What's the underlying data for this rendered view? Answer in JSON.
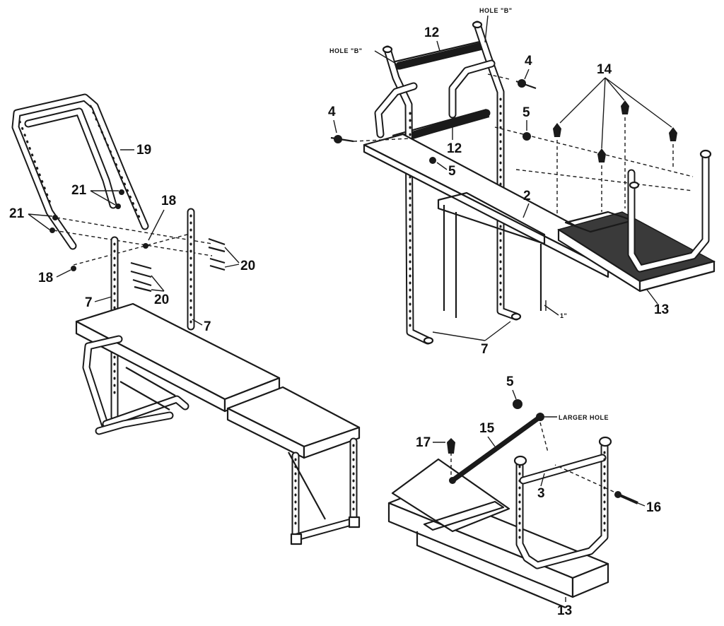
{
  "callouts": {
    "c2": "2",
    "c3": "3",
    "c4a": "4",
    "c4b": "4",
    "c5a": "5",
    "c5b": "5",
    "c5c": "5",
    "c7a": "7",
    "c7b": "7",
    "c7c": "7",
    "c12a": "12",
    "c12b": "12",
    "c13a": "13",
    "c13b": "13",
    "c14": "14",
    "c15": "15",
    "c16": "16",
    "c17": "17",
    "c18a": "18",
    "c18b": "18",
    "c19": "19",
    "c20a": "20",
    "c20b": "20",
    "c21a": "21",
    "c21b": "21"
  },
  "notes": {
    "hole_b_top": "HOLE \"B\"",
    "hole_b_left": "HOLE \"B\"",
    "larger_hole": "LARGER HOLE",
    "one_inch": "1\""
  }
}
